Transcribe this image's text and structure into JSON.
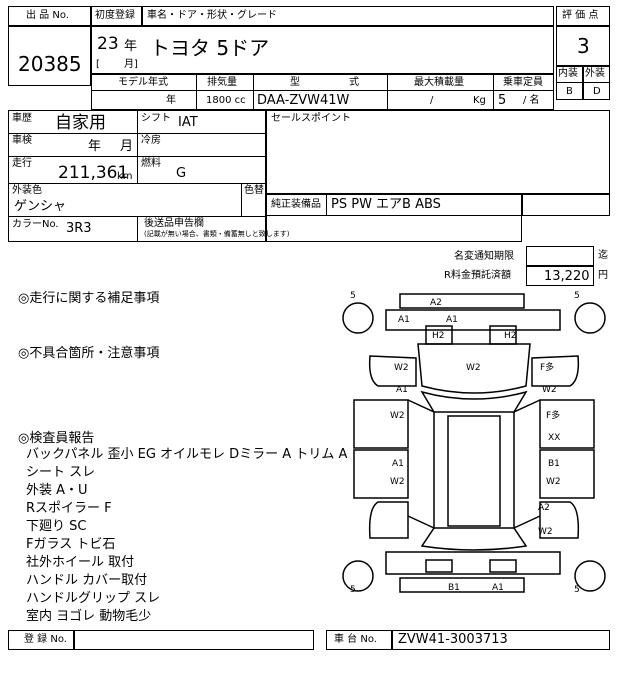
{
  "header": {
    "lot_label": "出 品 No.",
    "lot_number": "20385",
    "first_reg_label": "初度登録",
    "year_value": "23",
    "year_unit": "年",
    "month_open": "[",
    "month_unit": "月]",
    "car_name_label": "車名・ドア・形状・グレード",
    "car_name": "トヨタ 5ドア",
    "score_label": "評 価 点",
    "score": "3",
    "interior_label": "内装",
    "exterior_label": "外装",
    "interior_grade": "B",
    "exterior_grade": "D"
  },
  "specs": {
    "model_year_label": "モデル年式",
    "model_year_unit": "年",
    "displacement_label": "排気量",
    "displacement": "1800 cc",
    "type_label_1": "型",
    "type_label_2": "式",
    "type_value": "DAA-ZVW41W",
    "load_label": "最大積載量",
    "load_slash": "/",
    "load_unit": "Kg",
    "capacity_label": "乗車定員",
    "capacity_value": "5",
    "capacity_unit": "/ 名"
  },
  "details": {
    "history_label": "車歴",
    "history_value": "自家用",
    "shift_label": "シフト",
    "shift_value": "IAT",
    "inspection_label": "車検",
    "inspection_year": "年",
    "inspection_month": "月",
    "ac_label": "冷房",
    "mileage_label": "走行",
    "mileage_value": "211,361",
    "mileage_unit": "km",
    "fuel_label": "燃料",
    "fuel_value": "G",
    "color_label": "外装色",
    "color_value": "ゲンシャ",
    "color_change_label": "色替",
    "color_no_label": "カラーNo.",
    "color_no_value": "3R3",
    "selling_points_label": "セールスポイント",
    "equipment_label": "純正装備品",
    "equipment_value": "PS PW エアB ABS",
    "docs_label": "後送品申告欄",
    "docs_note": "(記載が無い場合、書類・備蓄無しと致します)"
  },
  "fees": {
    "name_change_label": "名変通知期限",
    "name_change_unit": "迄",
    "recycle_label": "R料金預託済額",
    "recycle_value": "13,220",
    "recycle_unit": "円"
  },
  "notes": {
    "driving_heading": "◎走行に関する補足事項",
    "defects_heading": "◎不具合箇所・注意事項",
    "inspector_heading": "◎検査員報告",
    "lines": [
      "バックパネル 歪小  EG オイルモレ  Dミラー A  トリム A",
      "シート スレ",
      "外装 A・U",
      "Rスポイラー F",
      "下廻り SC",
      "Fガラス トビ石",
      "社外ホイール 取付",
      "ハンドル カバー取付",
      "ハンドルグリップ スレ",
      "室内 ヨゴレ 動物毛少"
    ]
  },
  "footer": {
    "reg_label": "登 録 No.",
    "chassis_label": "車 台 No.",
    "chassis_value": "ZVW41-3003713"
  },
  "diagram": {
    "tire_label": "5",
    "marks": {
      "a2_top": "A2",
      "a1_left": "A1",
      "a1_mid": "A1",
      "h2_left": "H2",
      "h2_right": "H2",
      "hood_w2": "W2",
      "fl_w2": "W2",
      "fl_a1": "A1",
      "fr_f": "F多",
      "fr_w2": "W2",
      "ld_w2": "W2",
      "rd_f": "F多",
      "rd_xx": "XX",
      "lr_a1": "A1",
      "lr_w2": "W2",
      "rr_b1": "B1",
      "rr_w2": "W2",
      "rq_a2": "A2",
      "rq_w2": "W2",
      "rear_b1": "B1",
      "rear_a1": "A1"
    }
  }
}
